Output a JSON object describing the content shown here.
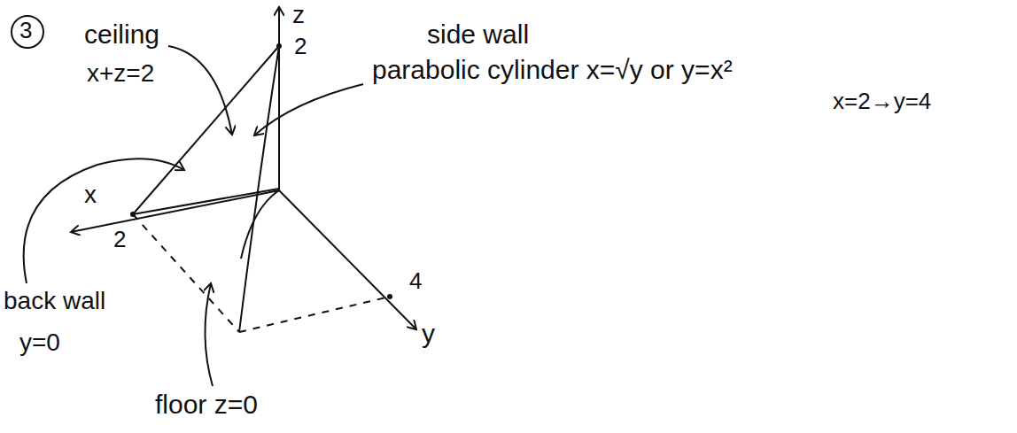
{
  "diagram": {
    "labels": [
      "3",
      "ceiling",
      "x+z=2",
      "z",
      "2",
      "side wall",
      "parabolic cylinder x=√y or y=x²",
      "x=2→y=4",
      "x",
      "2",
      "4",
      "y",
      "back wall",
      "y=0",
      "floor z=0"
    ]
  }
}
